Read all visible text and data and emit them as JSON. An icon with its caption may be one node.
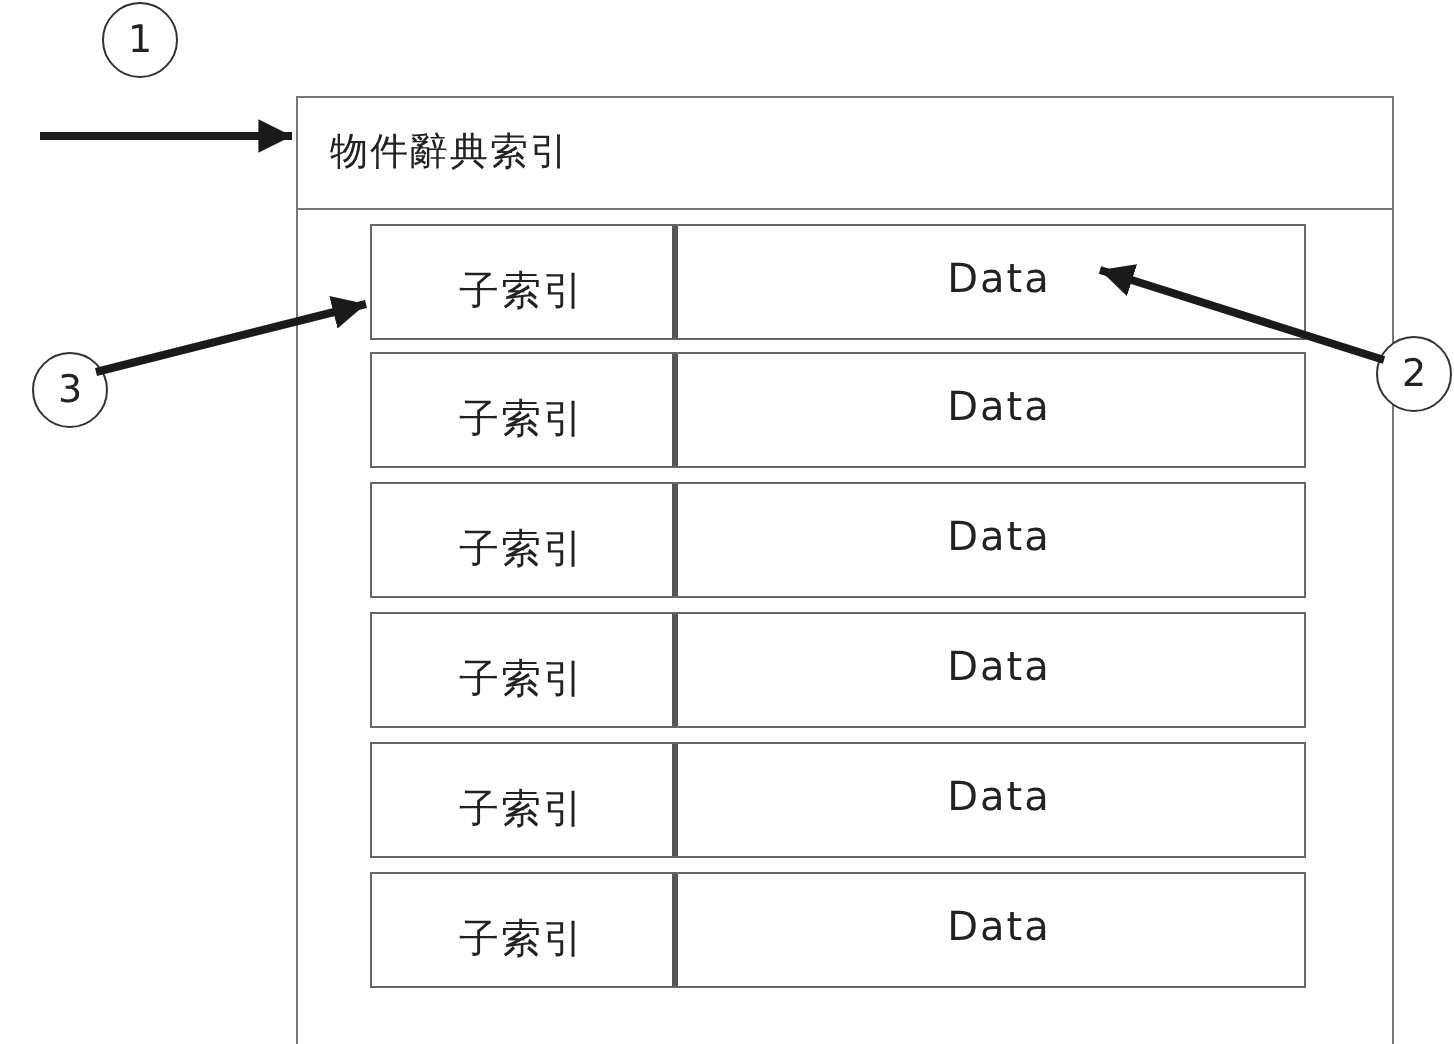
{
  "diagram": {
    "nodes": [
      {
        "text": [
          "1"
        ]
      },
      {
        "text": [
          "物件辭典索引"
        ]
      },
      {
        "text": [
          "子索引"
        ],
        "in": 1
      },
      {
        "text": [
          "Data"
        ],
        "in": 1
      },
      {
        "text": [
          "子索引"
        ],
        "in": 1
      },
      {
        "text": [
          "Data"
        ],
        "in": 1
      },
      {
        "text": [
          "子索引"
        ],
        "in": 1
      },
      {
        "text": [
          "Data"
        ],
        "in": 1
      },
      {
        "text": [
          "子索引"
        ],
        "in": 1
      },
      {
        "text": [
          "Data"
        ],
        "in": 1
      },
      {
        "text": [
          "子索引"
        ],
        "in": 1
      },
      {
        "text": [
          "Data"
        ],
        "in": 1
      },
      {
        "text": [
          "子索引"
        ],
        "in": 1
      },
      {
        "text": [
          "Data"
        ],
        "in": 1
      },
      {
        "text": [
          "2"
        ]
      },
      {
        "text": [
          "3"
        ]
      }
    ],
    "edges": [
      {
        "from": null,
        "to": 1,
        "arrow": "to"
      },
      {
        "from": 14,
        "to": 3,
        "arrow": "to"
      },
      {
        "from": 15,
        "to": 2,
        "arrow": "to"
      }
    ]
  }
}
